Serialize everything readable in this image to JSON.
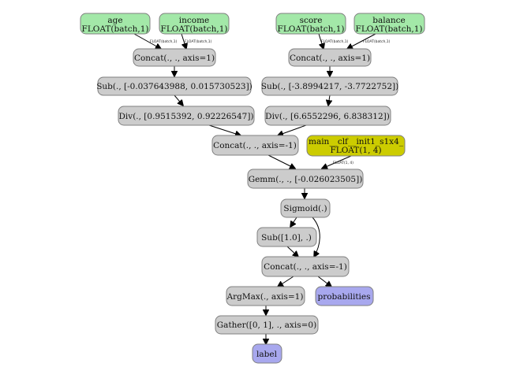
{
  "colors": {
    "input": "#a3e8a8",
    "op": "#cccccc",
    "init": "#cccc00",
    "output": "#a8a8ee",
    "border": "#808080",
    "edge": "#000000"
  },
  "nodes": {
    "age": {
      "line1": "age",
      "line2": "FLOAT(batch,1)"
    },
    "income": {
      "line1": "income",
      "line2": "FLOAT(batch,1)"
    },
    "score": {
      "line1": "score",
      "line2": "FLOAT(batch,1)"
    },
    "balance": {
      "line1": "balance",
      "line2": "FLOAT(batch,1)"
    },
    "concat_left": {
      "label": "Concat(., ., axis=1)"
    },
    "concat_right": {
      "label": "Concat(., ., axis=1)"
    },
    "sub_left": {
      "label": "Sub(., [-0.037643988, 0.015730523])"
    },
    "sub_right": {
      "label": "Sub(., [-3.8994217, -3.7722752])"
    },
    "div_left": {
      "label": "Div(., [0.9515392, 0.92226547])"
    },
    "div_right": {
      "label": "Div(., [6.6552296, 6.838312])"
    },
    "concat_merge": {
      "label": "Concat(., ., axis=-1)"
    },
    "init": {
      "line1": "main__clf__init1_s1x4_",
      "line2": "FLOAT(1, 4)"
    },
    "gemm": {
      "label": "Gemm(., ., [-0.026023505])"
    },
    "sigmoid": {
      "label": "Sigmoid(.)"
    },
    "sub_one": {
      "label": "Sub([1.0], .)"
    },
    "concat_final": {
      "label": "Concat(., ., axis=-1)"
    },
    "argmax": {
      "label": "ArgMax(., axis=1)"
    },
    "probabilities": {
      "label": "probabilities"
    },
    "gather": {
      "label": "Gather([0, 1], ., axis=0)"
    },
    "label": {
      "label": "label"
    }
  },
  "edge_labels": {
    "age_to_concat": "FLOAT(batch,1)",
    "income_to_concat": "FLOAT(batch,1)",
    "score_to_concat": "FLOAT(batch,1)",
    "balance_to_concat": "FLOAT(batch,1)",
    "init_to_gemm": "FLOAT(1, 4)"
  }
}
